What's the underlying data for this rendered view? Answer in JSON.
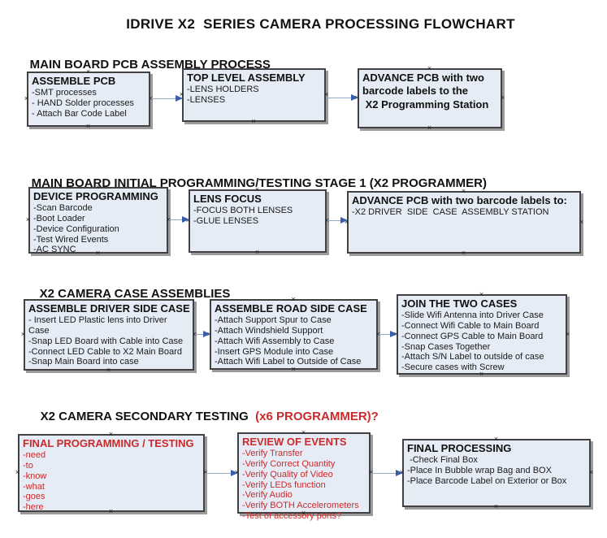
{
  "title": "IDRIVE X2  SERIES CAMERA PROCESSING FLOWCHART",
  "colors": {
    "box_fill": "#e5ecf6",
    "box_border": "#424242",
    "box_shadow": "#9b9b9b",
    "red_text": "#cc2a2a",
    "arrow_line": "#94a9c9",
    "arrow_head": "#3a5da8"
  },
  "connector_glyph": "×",
  "sections": [
    {
      "heading": "MAIN BOARD PCB ASSEMBLY PROCESS",
      "boxes": [
        {
          "heading": "ASSEMBLE PCB",
          "items": [
            "-SMT processes",
            "- HAND Solder processes",
            "- Attach Bar Code Label"
          ]
        },
        {
          "heading": "TOP LEVEL ASSEMBLY",
          "items": [
            "-LENS HOLDERS",
            "-LENSES"
          ]
        },
        {
          "heading": "ADVANCE PCB with two\nbarcode labels to the\n X2 Programming Station",
          "items": []
        }
      ]
    },
    {
      "heading": "MAIN BOARD INITIAL PROGRAMMING/TESTING STAGE 1 (X2 PROGRAMMER)",
      "boxes": [
        {
          "heading": "DEVICE PROGRAMMING",
          "items": [
            "-Scan Barcode",
            "-Boot Loader",
            "-Device Configuration",
            "-Test Wired Events",
            "-AC SYNC"
          ]
        },
        {
          "heading": "LENS FOCUS",
          "items": [
            "-FOCUS BOTH LENSES",
            "-GLUE LENSES"
          ]
        },
        {
          "heading": "ADVANCE PCB with two barcode labels to:",
          "items": [
            "-X2 DRIVER  SIDE  CASE  ASSEMBLY STATION"
          ]
        }
      ]
    },
    {
      "heading": "X2 CAMERA CASE ASSEMBLIES",
      "boxes": [
        {
          "heading": "ASSEMBLE DRIVER SIDE CASE",
          "items": [
            "- Insert LED Plastic lens into Driver Case",
            "-Snap LED Board with Cable into Case",
            "-Connect LED Cable to X2 Main Board",
            "-Snap Main Board into case"
          ]
        },
        {
          "heading": "ASSEMBLE ROAD SIDE CASE",
          "items": [
            "-Attach Support Spur to Case",
            "-Attach Windshield Support",
            "-Attach Wifi Assembly to Case",
            "-Insert GPS Module into Case",
            "-Attach Wifi Label to Outside of Case"
          ]
        },
        {
          "heading": "JOIN THE TWO CASES",
          "items": [
            "-Slide Wifi Antenna into Driver Case",
            "-Connect Wifi Cable to Main Board",
            "-Connect GPS Cable to Main Board",
            "-Snap Cases Together",
            "-Attach S/N Label to outside of case",
            "-Secure cases with Screw"
          ]
        }
      ]
    },
    {
      "heading": "X2 CAMERA SECONDARY TESTING",
      "heading_red": "  (x6 PROGRAMMER)?",
      "boxes": [
        {
          "heading": "FINAL PROGRAMMING / TESTING",
          "items": [
            "-need",
            "-to",
            "-know",
            "-what",
            "-goes",
            "-here"
          ]
        },
        {
          "heading": "REVIEW OF EVENTS",
          "items": [
            "-Verify Transfer",
            "-Verify Correct Quantity",
            "-Verify Quality of Video",
            "-Verify LEDs function",
            "-Verify Audio",
            "-Verify BOTH Accelerometers",
            "-Test of accessory ports?"
          ]
        },
        {
          "heading": "FINAL PROCESSING",
          "items": [
            " -Check Final Box",
            "-Place In Bubble wrap Bag and BOX",
            "-Place Barcode Label on Exterior or Box"
          ]
        }
      ]
    }
  ]
}
